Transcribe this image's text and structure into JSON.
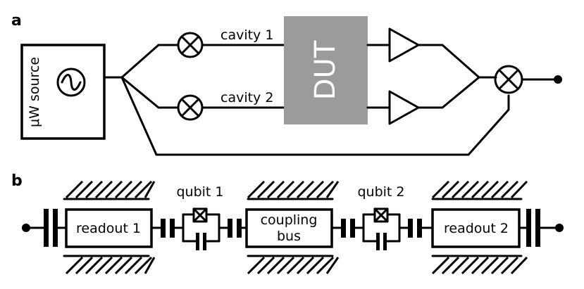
{
  "panel_a": {
    "label": "a",
    "source_label": "μW source",
    "cavity1_label": "cavity 1",
    "cavity2_label": "cavity 2",
    "dut_label": "DUT",
    "dut_color": "#9b9b9b"
  },
  "panel_b": {
    "label": "b",
    "readout1_label": "readout 1",
    "qubit1_label": "qubit 1",
    "coupling_bus_label": [
      "coupling",
      "bus"
    ],
    "qubit2_label": "qubit 2",
    "readout2_label": "readout 2"
  }
}
